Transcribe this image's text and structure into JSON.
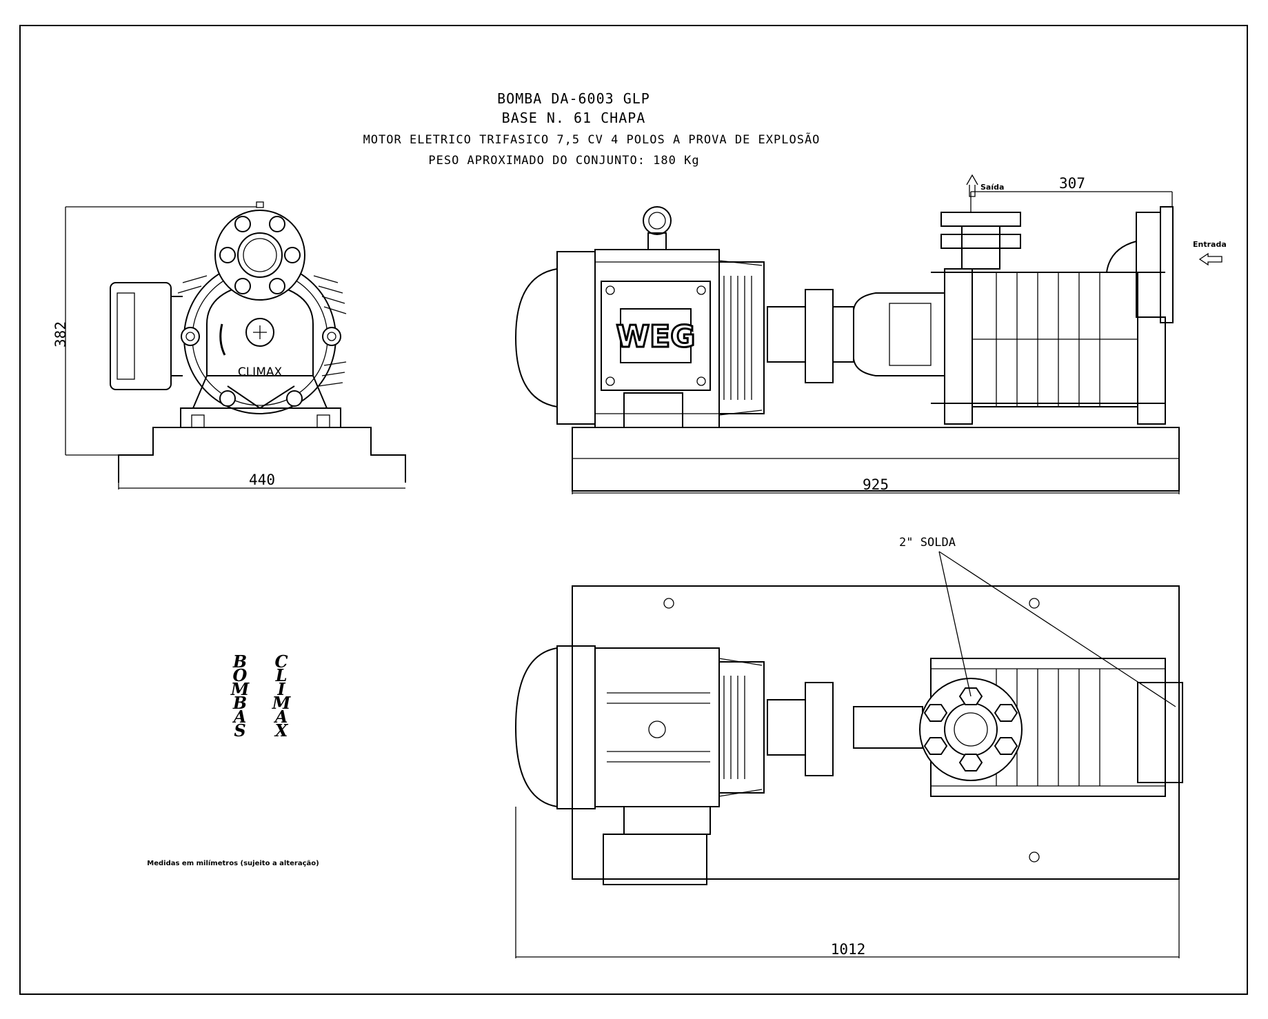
{
  "title_block": {
    "line1": "BOMBA DA-6003 GLP",
    "line2": "BASE N. 61 CHAPA",
    "line3": "MOTOR ELETRICO TRIFASICO 7,5 CV 4 POLOS A PROVA DE EXPLOSÃO",
    "line4": "PESO APROXIMADO DO CONJUNTO:  180 Kg"
  },
  "front_view": {
    "dim_height": "382",
    "dim_width": "440",
    "pump_brand": "CLIMAX"
  },
  "side_view": {
    "dim_length": "925",
    "dim_flange_spacing": "307",
    "label_outlet": "Saída",
    "label_inlet": "Entrada",
    "motor_brand": "WEG"
  },
  "top_view": {
    "dim_length": "1012",
    "label_weld": "2\" SOLDA"
  },
  "logo": {
    "col1": [
      "B",
      "O",
      "M",
      "B",
      "A",
      "S"
    ],
    "col2": [
      "C",
      "L",
      "I",
      "M",
      "A",
      "X"
    ]
  },
  "note": "Medidas em milímetros (sujeito a alteração)"
}
